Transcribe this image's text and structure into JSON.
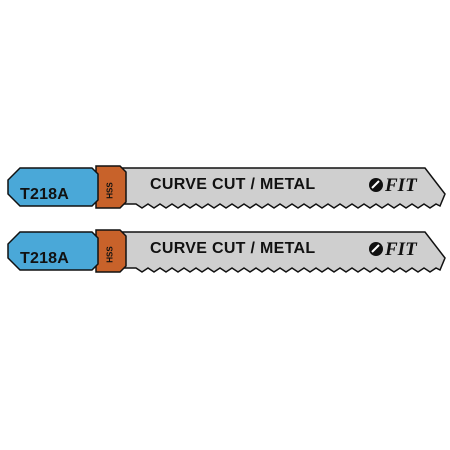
{
  "blades": [
    {
      "model": "T218A",
      "material": "HSS",
      "application": "CURVE CUT / METAL",
      "brand": "FIT",
      "brand_icon": "fit-logo-icon"
    },
    {
      "model": "T218A",
      "material": "HSS",
      "application": "CURVE CUT / METAL",
      "brand": "FIT",
      "brand_icon": "fit-logo-icon"
    }
  ],
  "colors": {
    "shank": "#4aa8d8",
    "collar": "#c8622a",
    "blade": "#cfcfcf",
    "outline": "#111111"
  }
}
